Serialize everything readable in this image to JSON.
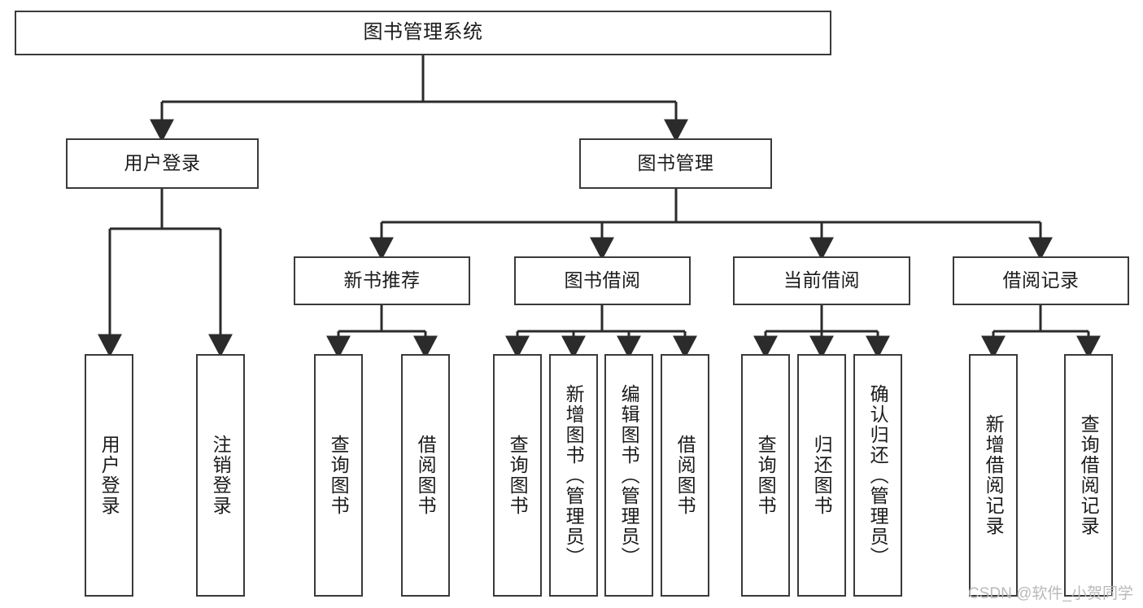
{
  "diagram": {
    "title": "图书管理系统",
    "type": "tree-hierarchy-chart",
    "colors": {
      "box_border": "#3a3a3a",
      "connector": "#2b2b2b",
      "background": "#ffffff",
      "text": "#1b1b1b",
      "watermark": "#b9b9b9"
    },
    "watermark": "CSDN @软件_小贺同学",
    "levels": {
      "root": "图书管理系统",
      "level2": [
        "用户登录",
        "图书管理"
      ],
      "level3": [
        "新书推荐",
        "图书借阅",
        "当前借阅",
        "借阅记录"
      ],
      "level4": [
        "用户登录",
        "注销登录",
        "查询图书",
        "借阅图书",
        "查询图书",
        "新增图书（管理员）",
        "编辑图书（管理员）",
        "借阅图书",
        "查询图书",
        "归还图书",
        "确认归还（管理员）",
        "新增借阅记录",
        "查询借阅记录"
      ]
    },
    "nodes": {
      "root": {
        "label": "图书管理系统"
      },
      "user_login": {
        "label": "用户登录"
      },
      "book_manage": {
        "label": "图书管理"
      },
      "new_book_rec": {
        "label": "新书推荐"
      },
      "book_borrow": {
        "label": "图书借阅"
      },
      "current_borrow": {
        "label": "当前借阅"
      },
      "borrow_record": {
        "label": "借阅记录"
      },
      "leaf_user_login": {
        "label": "用户登录"
      },
      "leaf_logout": {
        "label": "注销登录"
      },
      "leaf_query_book_1": {
        "label": "查询图书"
      },
      "leaf_borrow_book_1": {
        "label": "借阅图书"
      },
      "leaf_query_book_2": {
        "label": "查询图书"
      },
      "leaf_add_book_admin": {
        "label": "新增图书（管理员）"
      },
      "leaf_edit_book_admin": {
        "label": "编辑图书（管理员）"
      },
      "leaf_borrow_book_2": {
        "label": "借阅图书"
      },
      "leaf_query_book_3": {
        "label": "查询图书"
      },
      "leaf_return_book": {
        "label": "归还图书"
      },
      "leaf_confirm_return_admin": {
        "label": "确认归还（管理员）"
      },
      "leaf_add_borrow_record": {
        "label": "新增借阅记录"
      },
      "leaf_query_borrow_record": {
        "label": "查询借阅记录"
      }
    }
  }
}
